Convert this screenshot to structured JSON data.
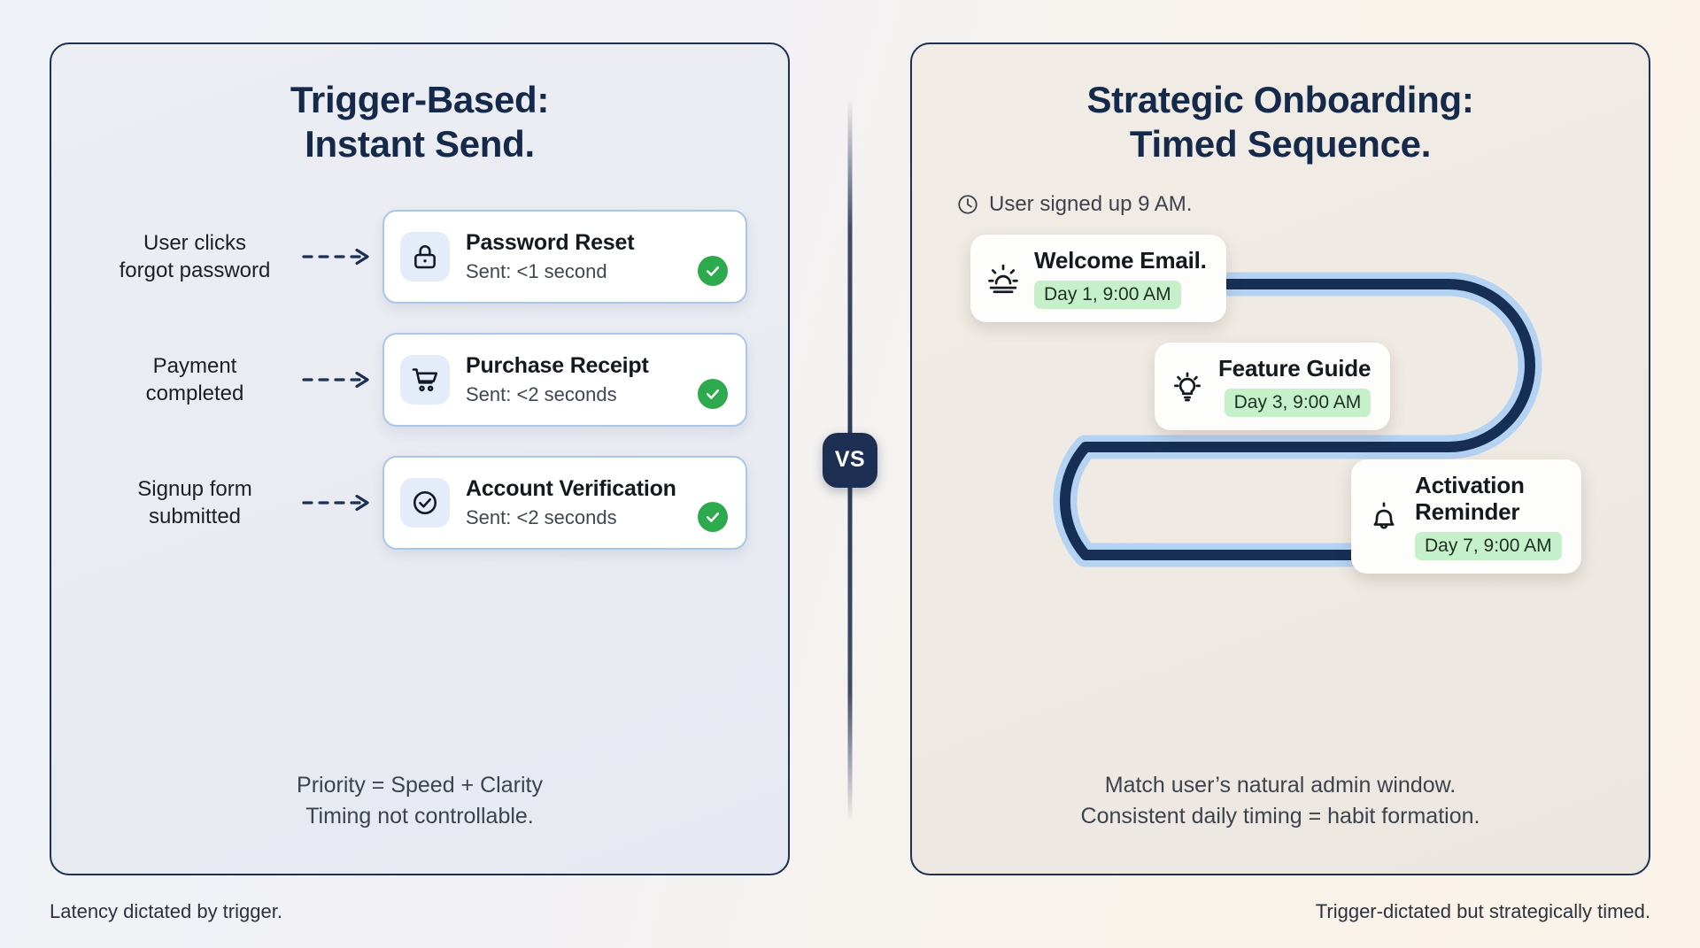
{
  "divider": {
    "label": "VS"
  },
  "left_panel": {
    "title": "Trigger-Based:\nInstant Send.",
    "rows": [
      {
        "trigger": "User clicks\nforgot password",
        "icon": "lock-icon",
        "title": "Password Reset",
        "subtitle": "Sent: <1 second",
        "status_icon": "check-circle-icon"
      },
      {
        "trigger": "Payment\ncompleted",
        "icon": "shopping-cart-icon",
        "title": "Purchase Receipt",
        "subtitle": "Sent: <2 seconds",
        "status_icon": "check-circle-icon"
      },
      {
        "trigger": "Signup form\nsubmitted",
        "icon": "check-circle-outline-icon",
        "title": "Account Verification",
        "subtitle": "Sent: <2 seconds",
        "status_icon": "check-circle-icon"
      }
    ],
    "footnote": "Priority = Speed + Clarity\nTiming not controllable.",
    "caption": "Latency dictated by trigger."
  },
  "right_panel": {
    "title": "Strategic Onboarding:\nTimed Sequence.",
    "signup_note": "User signed up 9 AM.",
    "signup_icon": "clock-icon",
    "sequence": [
      {
        "icon": "sunrise-icon",
        "title": "Welcome Email.",
        "badge": "Day 1, 9:00 AM"
      },
      {
        "icon": "lightbulb-icon",
        "title": "Feature Guide",
        "badge": "Day 3, 9:00 AM"
      },
      {
        "icon": "bell-icon",
        "title": "Activation\nReminder",
        "badge": "Day 7, 9:00 AM"
      }
    ],
    "footnote": "Match user’s natural admin window.\nConsistent daily timing = habit formation.",
    "caption": "Trigger-dictated but strategically timed."
  },
  "colors": {
    "navy": "#15294a",
    "card_border_blue": "#a9c7e8",
    "check_green": "#2eaa4e",
    "badge_green_bg": "#c6f0c9",
    "path_dark": "#172f55",
    "path_light": "#b4d2f2"
  }
}
